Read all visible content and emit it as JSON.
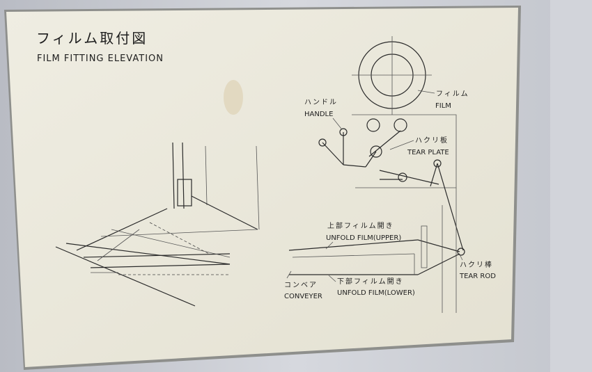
{
  "title": {
    "jp": "フィルム取付図",
    "en": "FILM FITTING ELEVATION"
  },
  "labels": {
    "film": {
      "jp": "フィルム",
      "en": "FILM"
    },
    "handle": {
      "jp": "ハンドル",
      "en": "HANDLE"
    },
    "tear_plate": {
      "jp": "ハクリ板",
      "en": "TEAR PLATE"
    },
    "unfold_upper": {
      "jp": "上部フィルム開き",
      "en": "UNFOLD FILM(UPPER)"
    },
    "conveyer": {
      "jp": "コンベア",
      "en": "CONVEYER"
    },
    "unfold_lower": {
      "jp": "下部フィルム開き",
      "en": "UNFOLD FILM(LOWER)"
    },
    "tear_rod": {
      "jp": "ハクリ棒",
      "en": "TEAR ROD"
    }
  },
  "colors": {
    "plate": "#ebe8da",
    "wall": "#c9ccd3",
    "ink": "#1e1e1e"
  }
}
